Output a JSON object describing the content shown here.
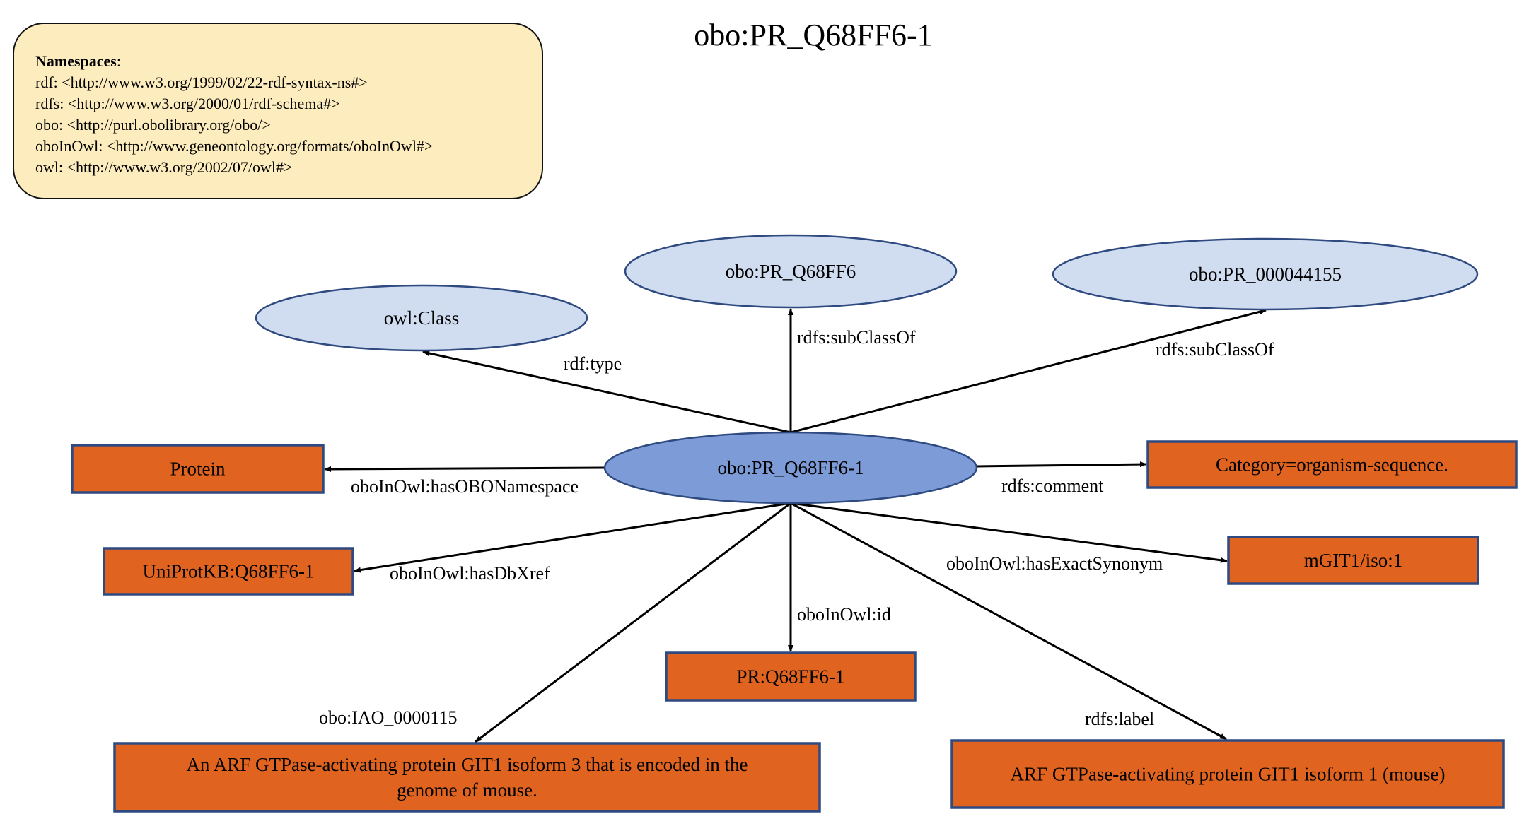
{
  "title": "obo:PR_Q68FF6-1",
  "namespaces": {
    "heading": "Namespaces",
    "heading_suffix": ":",
    "items": [
      "rdf: <http://www.w3.org/1999/02/22-rdf-syntax-ns#>",
      "rdfs: <http://www.w3.org/2000/01/rdf-schema#>",
      "obo: <http://purl.obolibrary.org/obo/>",
      "oboInOwl: <http://www.geneontology.org/formats/oboInOwl#>",
      "owl: <http://www.w3.org/2002/07/owl#>"
    ]
  },
  "colors": {
    "central_fill": "#7D9BD6",
    "class_fill": "#D0DCEF",
    "ellipse_stroke": "#2F4A80",
    "literal_fill": "#E06420",
    "literal_stroke": "#2F4A80",
    "namespace_fill": "#FDEDBE"
  },
  "central": {
    "label": "obo:PR_Q68FF6-1"
  },
  "nodes": [
    {
      "id": "owl-class",
      "label": "owl:Class",
      "kind": "class"
    },
    {
      "id": "pr-q68ff6",
      "label": "obo:PR_Q68FF6",
      "kind": "class"
    },
    {
      "id": "pr-000044155",
      "label": "obo:PR_000044155",
      "kind": "class"
    },
    {
      "id": "protein",
      "label": "Protein",
      "kind": "literal"
    },
    {
      "id": "category",
      "label": "Category=organism-sequence.",
      "kind": "literal"
    },
    {
      "id": "uniprot",
      "label": "UniProtKB:Q68FF6-1",
      "kind": "literal"
    },
    {
      "id": "mgit1",
      "label": "mGIT1/iso:1",
      "kind": "literal"
    },
    {
      "id": "pr-id",
      "label": "PR:Q68FF6-1",
      "kind": "literal"
    },
    {
      "id": "definition",
      "label": [
        "An ARF GTPase-activating protein GIT1 isoform 3 that is encoded in the",
        "genome of mouse."
      ],
      "kind": "literal"
    },
    {
      "id": "rdfs-label",
      "label": "ARF GTPase-activating protein GIT1 isoform 1 (mouse)",
      "kind": "literal"
    }
  ],
  "edges": [
    {
      "to": "owl-class",
      "label": "rdf:type"
    },
    {
      "to": "pr-q68ff6",
      "label": "rdfs:subClassOf"
    },
    {
      "to": "pr-000044155",
      "label": "rdfs:subClassOf"
    },
    {
      "to": "protein",
      "label": "oboInOwl:hasOBONamespace"
    },
    {
      "to": "category",
      "label": "rdfs:comment"
    },
    {
      "to": "uniprot",
      "label": "oboInOwl:hasDbXref"
    },
    {
      "to": "mgit1",
      "label": "oboInOwl:hasExactSynonym"
    },
    {
      "to": "pr-id",
      "label": "oboInOwl:id"
    },
    {
      "to": "definition",
      "label": "obo:IAO_0000115"
    },
    {
      "to": "rdfs-label",
      "label": "rdfs:label"
    }
  ]
}
